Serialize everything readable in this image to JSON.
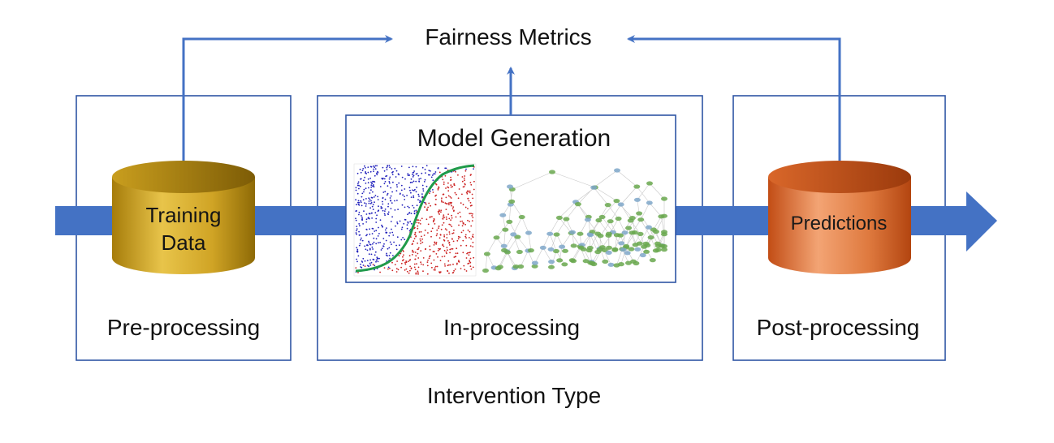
{
  "labels": {
    "fairness_metrics": "Fairness Metrics",
    "model_generation": "Model Generation",
    "pre_processing": "Pre-processing",
    "in_processing": "In-processing",
    "post_processing": "Post-processing",
    "intervention_type": "Intervention Type",
    "training_data": "Training Data",
    "predictions": "Predictions"
  },
  "colors": {
    "accent_blue": "#4472c4",
    "box_border": "#2f55a4",
    "training_cylinder": "#c9a227",
    "predictions_cylinder": "#d2642a",
    "scatter_class_a": "#2222bb",
    "scatter_class_b": "#cc2222",
    "sigmoid_curve": "#1f9a4a",
    "tree_nodes": "#6aa84f"
  },
  "icons": {
    "training_data": "database-cylinder-icon",
    "predictions": "database-cylinder-icon",
    "scatter": "scatter-plot-thumbnail",
    "tree": "decision-tree-thumbnail"
  }
}
